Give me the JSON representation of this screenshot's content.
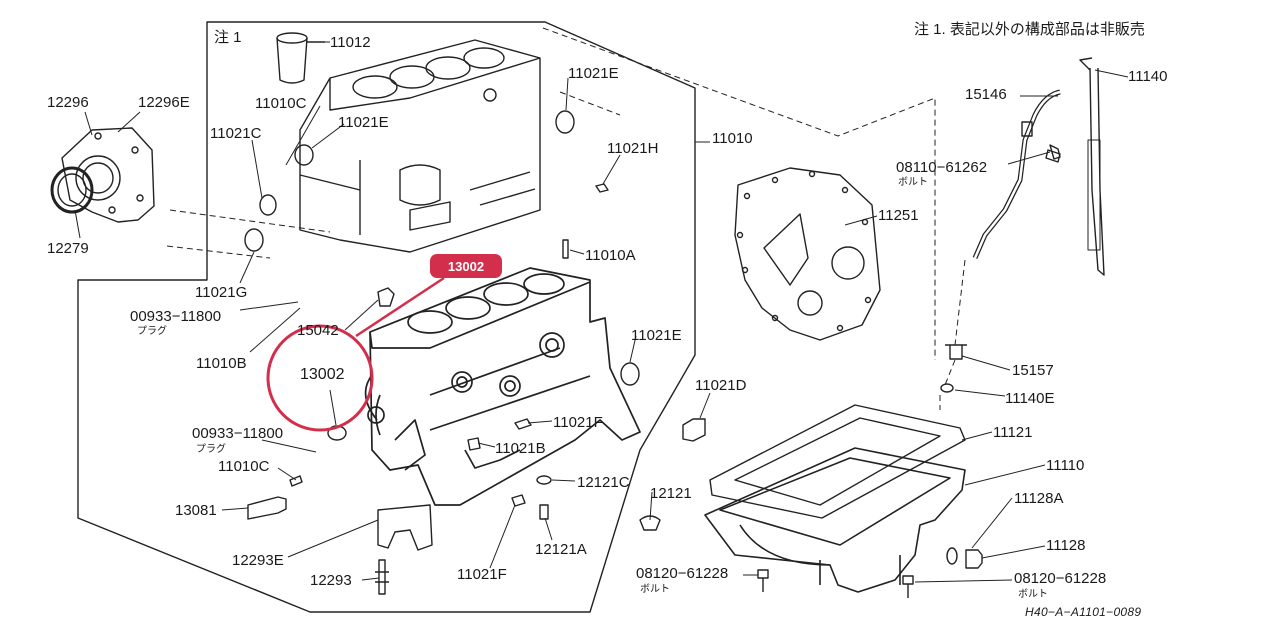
{
  "note": {
    "corner": "注 1",
    "header": "注 1. 表記以外の構成部品は非販売"
  },
  "highlight": {
    "badge": "13002",
    "color": "#d32f4c"
  },
  "parts": {
    "p11012": "11012",
    "p11010C_top": "11010C",
    "p11021C": "11021C",
    "p11021E_inner": "11021E",
    "p11021E_right": "11021E",
    "p11021H": "11021H",
    "p11010": "11010",
    "p12296": "12296",
    "p12296E": "12296E",
    "p12279": "12279",
    "p11021G": "11021G",
    "p00933_top": "00933−11800",
    "plug_top": "プラグ",
    "p11010B": "11010B",
    "p15042": "15042",
    "p13002": "13002",
    "p11010A": "11010A",
    "p11021E_mid": "11021E",
    "p11021D": "11021D",
    "p11021F_side": "11021F",
    "p11021B": "11021B",
    "p00933_bottom": "00933−11800",
    "plug_bottom": "プラグ",
    "p11010C_bottom": "11010C",
    "p13081": "13081",
    "p12293E": "12293E",
    "p12293": "12293",
    "p11021F_bottom": "11021F",
    "p12121C": "12121C",
    "p12121": "12121",
    "p12121A": "12121A",
    "p08120_left": "08120−61228",
    "bolt_left": "ボルト",
    "p11140": "11140",
    "p15146": "15146",
    "p08110": "08110−61262",
    "bolt_top": "ボルト",
    "p11251": "11251",
    "p15157": "15157",
    "p11140E": "11140E",
    "p11121": "11121",
    "p11110": "11110",
    "p11128A": "11128A",
    "p11128": "11128",
    "p08120_right": "08120−61228",
    "bolt_right": "ボルト"
  },
  "drawing_ref": "H40−A−A1101−0089"
}
